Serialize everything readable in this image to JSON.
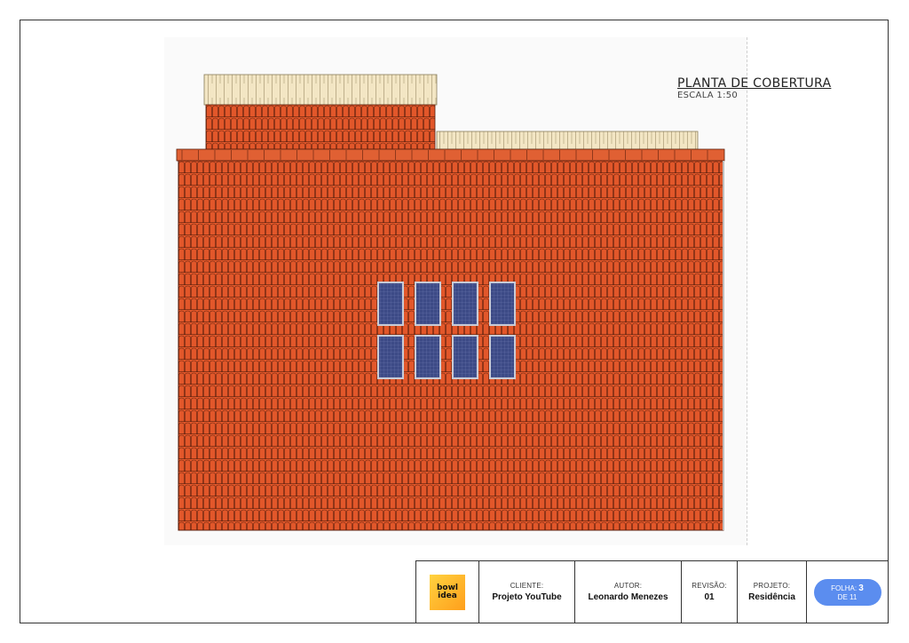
{
  "drawing": {
    "title": "PLANTA DE COBERTURA",
    "scale": "ESCALA 1:50"
  },
  "colors": {
    "tile": "#e2572a",
    "tile_line": "#5a1e0c",
    "ridge_cap": "#f3e6c4",
    "solar_panel": "#3c4a86",
    "solar_frame": "#c8cbd6",
    "folha_pill": "#5b8def"
  },
  "roof": {
    "solar_panels": {
      "rows": 2,
      "cols": 4
    }
  },
  "title_block": {
    "logo_text_top": "bowl",
    "logo_text_bottom": "idea",
    "cliente_label": "CLIENTE:",
    "cliente_value": "Projeto YouTube",
    "autor_label": "AUTOR:",
    "autor_value": "Leonardo Menezes",
    "revisao_label": "REVISÃO:",
    "revisao_value": "01",
    "projeto_label": "PROJETO:",
    "projeto_value": "Residência",
    "folha_label": "FOLHA:",
    "folha_number": "3",
    "folha_total": "DE 11"
  }
}
